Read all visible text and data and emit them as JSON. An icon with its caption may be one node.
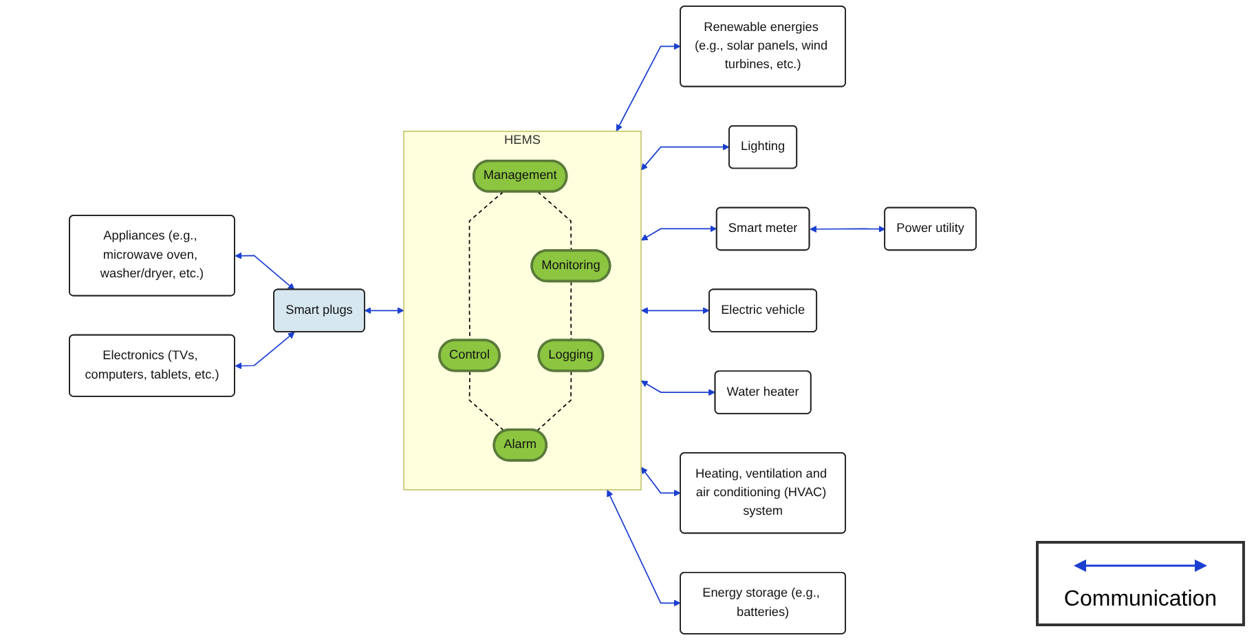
{
  "diagram": {
    "nodes": [
      {
        "text": [
          "Renewable energies (e.g., solar panels, wind turbines, etc.)"
        ]
      },
      {
        "text": [
          "Lighting"
        ]
      },
      {
        "text": [
          "Power utility"
        ]
      },
      {
        "text": [
          "Appliances (e.g., microwave oven, washer/dryer, etc.)"
        ]
      },
      {
        "text": [
          "Smart plugs"
        ]
      },
      {
        "text": [
          "HEMS"
        ]
      },
      {
        "text": [
          "Management"
        ],
        "in": 5
      },
      {
        "text": [
          "Monitoring"
        ],
        "in": 5
      },
      {
        "text": [
          "Control"
        ],
        "in": 5
      },
      {
        "text": [
          "Logging"
        ],
        "in": 5
      },
      {
        "text": [
          "Alarm"
        ],
        "in": 5
      },
      {
        "text": [
          "Smart meter"
        ]
      },
      {
        "text": [
          "Electronics (TVs, computers, tablets, etc.)"
        ]
      },
      {
        "text": [
          "Electric vehicle"
        ]
      },
      {
        "text": [
          "Water heater"
        ]
      },
      {
        "text": [
          "Heating, ventilation and air conditioning (HVAC) system"
        ]
      },
      {
        "text": [
          "Energy storage (e.g., batteries)"
        ]
      }
    ],
    "edges": [
      {
        "from": 5,
        "to": 0,
        "arrow": "both"
      },
      {
        "from": 5,
        "to": 1,
        "arrow": "both"
      },
      {
        "from": 3,
        "to": 4,
        "arrow": "both"
      },
      {
        "from": 12,
        "to": 4,
        "arrow": "both"
      },
      {
        "from": 4,
        "to": 5,
        "arrow": "both"
      },
      {
        "from": 6,
        "to": 7,
        "arrow": "none",
        "style": "dashed",
        "color": "#000000"
      },
      {
        "from": 6,
        "to": 8,
        "arrow": "none",
        "style": "dashed",
        "color": "#000000"
      },
      {
        "from": 7,
        "to": 9,
        "arrow": "none",
        "style": "dashed",
        "color": "#000000"
      },
      {
        "from": 8,
        "to": 10,
        "arrow": "none",
        "style": "dashed",
        "color": "#000000"
      },
      {
        "from": 9,
        "to": 10,
        "arrow": "none",
        "style": "dashed",
        "color": "#000000"
      },
      {
        "from": 5,
        "to": 11,
        "arrow": "both"
      },
      {
        "from": 11,
        "to": 2,
        "arrow": "both"
      },
      {
        "from": 5,
        "to": 13,
        "arrow": "both"
      },
      {
        "from": 5,
        "to": 14,
        "arrow": "both"
      },
      {
        "from": 5,
        "to": 15,
        "arrow": "both"
      },
      {
        "from": 5,
        "to": 16,
        "arrow": "both"
      }
    ],
    "legend": [
      {
        "text": "Communication"
      }
    ]
  }
}
